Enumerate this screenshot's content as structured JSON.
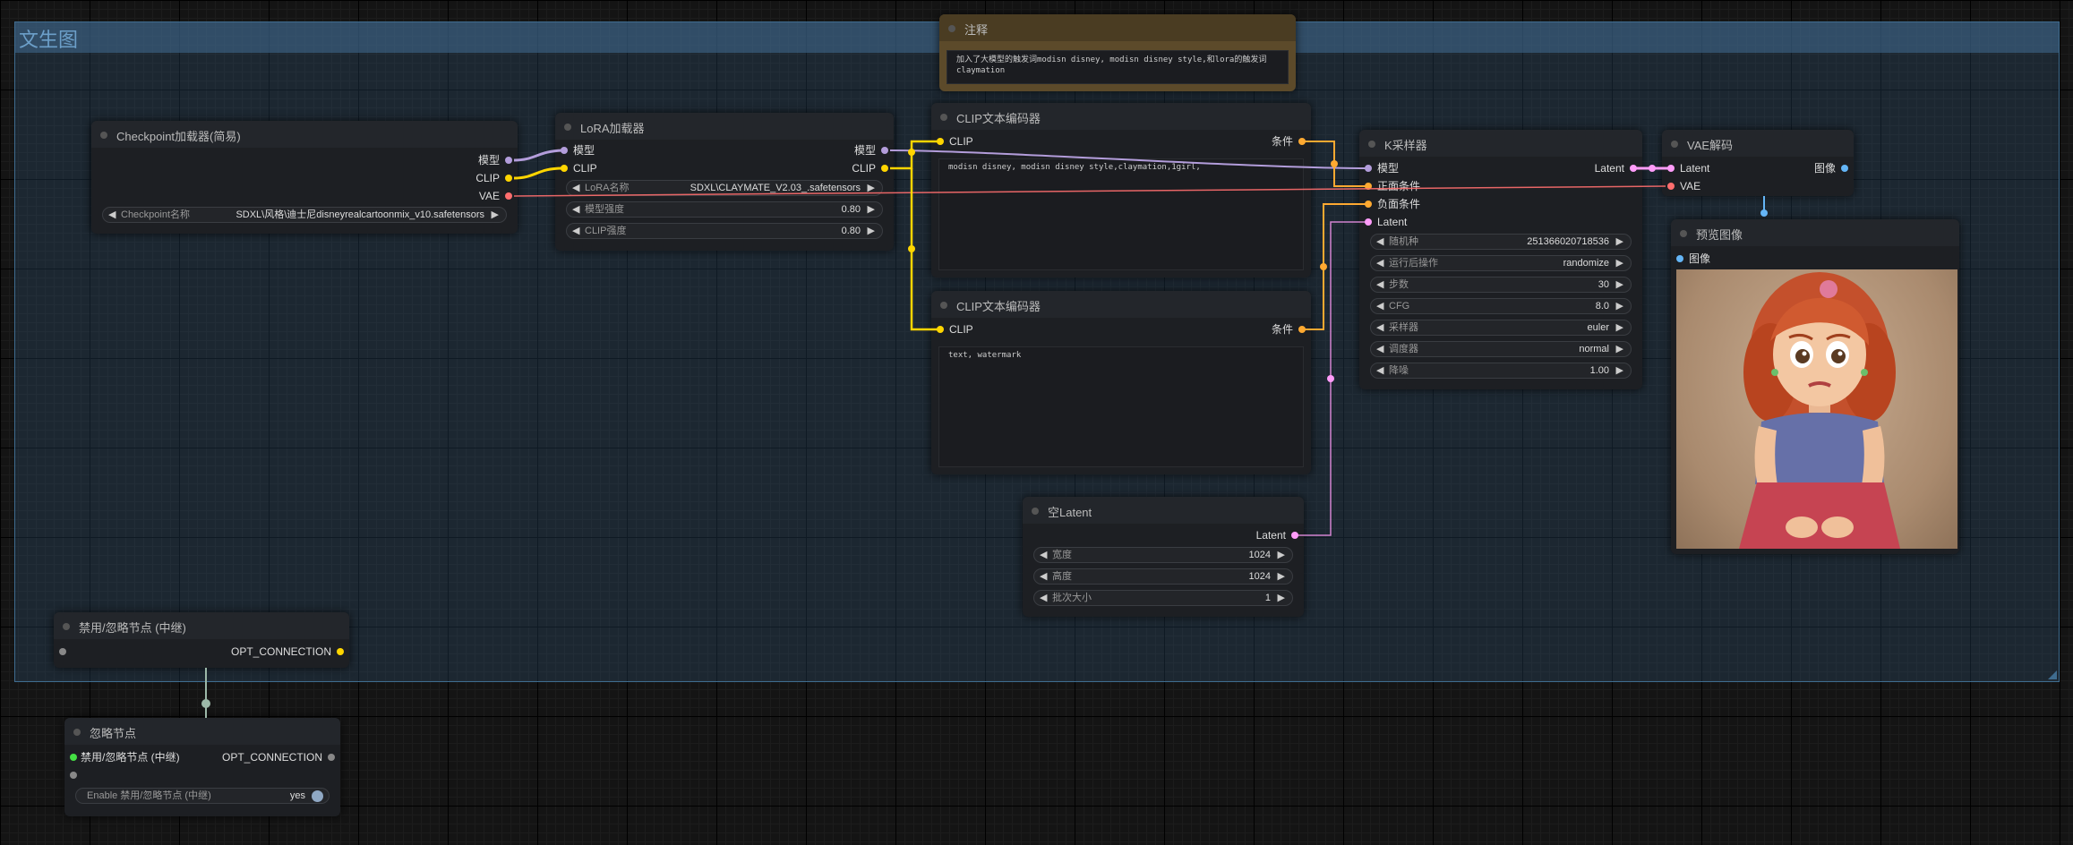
{
  "group": {
    "title": "文生图"
  },
  "note": {
    "title": "注释",
    "text": "加入了大模型的触发词modisn disney, modisn disney style,和lora的触发词claymation"
  },
  "checkpoint": {
    "title": "Checkpoint加载器(简易)",
    "outputs": [
      "模型",
      "CLIP",
      "VAE"
    ],
    "widget_label": "Checkpoint名称",
    "widget_value": "SDXL\\风格\\迪士尼disneyrealcartoonmix_v10.safetensors"
  },
  "lora": {
    "title": "LoRA加载器",
    "inputs": [
      "模型",
      "CLIP"
    ],
    "outputs": [
      "模型",
      "CLIP"
    ],
    "widgets": [
      {
        "label": "LoRA名称",
        "value": "SDXL\\CLAYMATE_V2.03_.safetensors"
      },
      {
        "label": "模型强度",
        "value": "0.80"
      },
      {
        "label": "CLIP强度",
        "value": "0.80"
      }
    ]
  },
  "clip_pos": {
    "title": "CLIP文本编码器",
    "input": "CLIP",
    "output": "条件",
    "text": "modisn disney, modisn disney style,claymation,1girl,"
  },
  "clip_neg": {
    "title": "CLIP文本编码器",
    "input": "CLIP",
    "output": "条件",
    "text": "text, watermark"
  },
  "ksampler": {
    "title": "K采样器",
    "inputs": [
      "模型",
      "正面条件",
      "负面条件",
      "Latent"
    ],
    "output": "Latent",
    "widgets": [
      {
        "label": "随机种",
        "value": "251366020718536"
      },
      {
        "label": "运行后操作",
        "value": "randomize"
      },
      {
        "label": "步数",
        "value": "30"
      },
      {
        "label": "CFG",
        "value": "8.0"
      },
      {
        "label": "采样器",
        "value": "euler"
      },
      {
        "label": "调度器",
        "value": "normal"
      },
      {
        "label": "降噪",
        "value": "1.00"
      }
    ]
  },
  "vae_decode": {
    "title": "VAE解码",
    "inputs": [
      "Latent",
      "VAE"
    ],
    "output": "图像"
  },
  "preview": {
    "title": "预览图像",
    "input": "图像"
  },
  "empty_latent": {
    "title": "空Latent",
    "output": "Latent",
    "widgets": [
      {
        "label": "宽度",
        "value": "1024"
      },
      {
        "label": "高度",
        "value": "1024"
      },
      {
        "label": "批次大小",
        "value": "1"
      }
    ]
  },
  "bypass_relay": {
    "title": "禁用/忽略节点 (中继)",
    "output": "OPT_CONNECTION"
  },
  "bypass_node": {
    "title": "忽略节点",
    "input": "禁用/忽略节点 (中继)",
    "output": "OPT_CONNECTION",
    "toggle_label": "Enable 禁用/忽略节点 (中继)",
    "toggle_value": "yes"
  },
  "colors": {
    "model": "#b39ddb",
    "clip": "#ffd500",
    "vae": "#ff6e6e",
    "conditioning": "#ffa931",
    "latent": "#ff9cf9",
    "image": "#64b5f6"
  }
}
